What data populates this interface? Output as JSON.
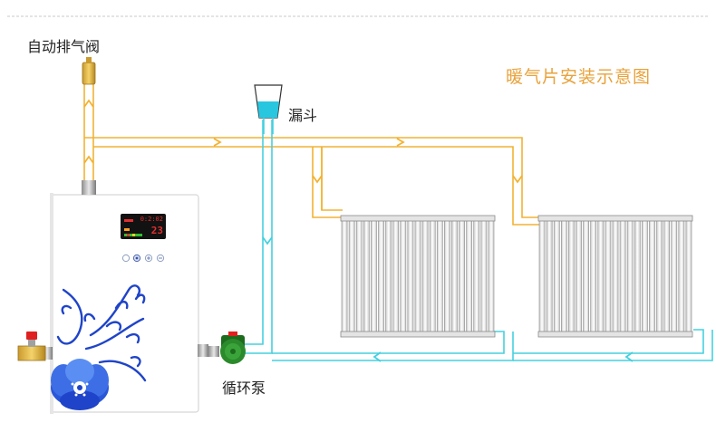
{
  "diagram": {
    "title": "暖气片安装示意图",
    "labels": {
      "air_vent": "自动排气阀",
      "funnel": "漏斗",
      "pump": "循环泵"
    },
    "display": {
      "clock": "0:2:02",
      "temperature": "23"
    },
    "colors": {
      "supply_pipe": "#f2b233",
      "return_pipe": "#45d0df",
      "boiler_flower": "#1f44c9",
      "title": "#e8a23a",
      "pump_body": "#2b8a2b",
      "valve_handle": "#e02020",
      "radiator": "#dcdcdc"
    }
  }
}
